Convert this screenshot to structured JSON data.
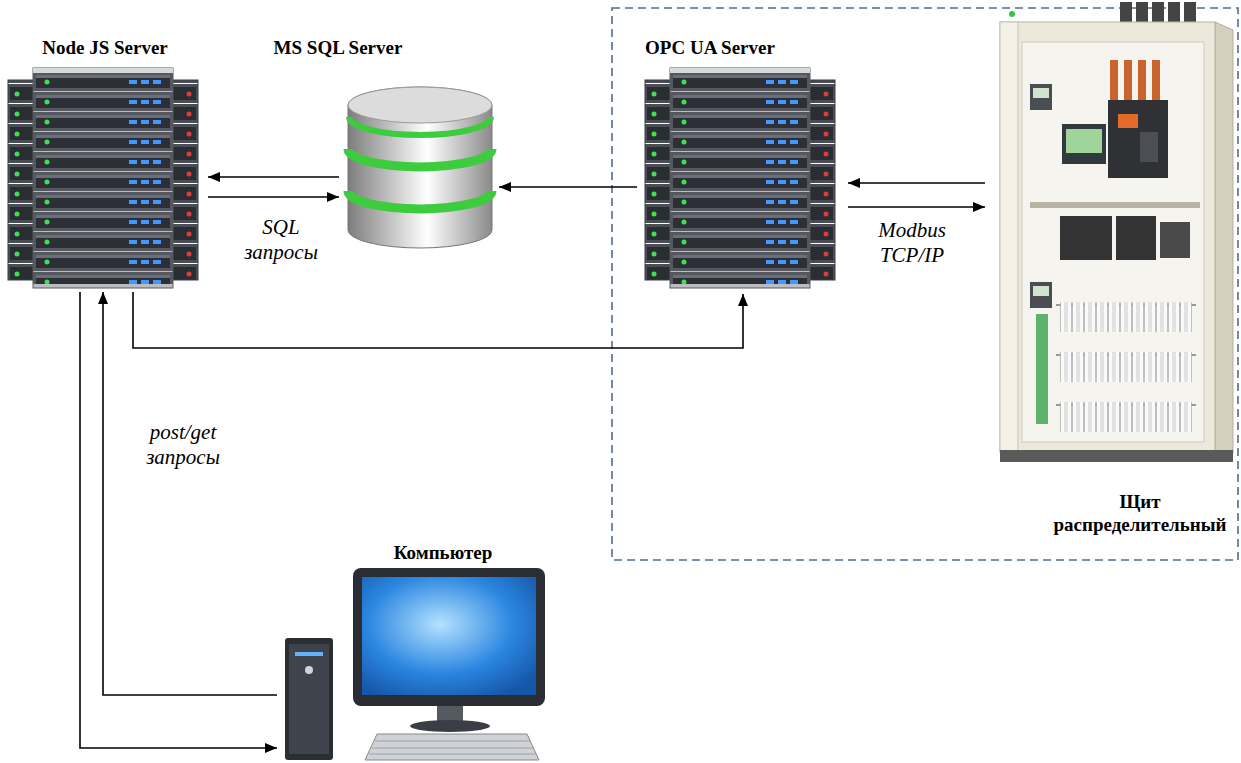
{
  "diagram": {
    "nodes": [
      {
        "text": [
          "Node JS Server"
        ]
      },
      {
        "text": [
          "MS SQL Server"
        ]
      },
      {
        "text": [
          "OPC UA Server"
        ]
      },
      {
        "text": [
          "Щит распределительный"
        ]
      },
      {
        "text": [
          "Компьютер"
        ]
      }
    ],
    "edges": [
      {
        "from": 1,
        "to": 0,
        "arrow": "to"
      },
      {
        "from": 0,
        "to": 1,
        "arrow": "to",
        "label": "SQL запросы"
      },
      {
        "from": 2,
        "to": 1,
        "arrow": "to"
      },
      {
        "from": 3,
        "to": 2,
        "arrow": "to"
      },
      {
        "from": 2,
        "to": 3,
        "arrow": "to",
        "label": "Modbus TCP/IP"
      },
      {
        "from": 0,
        "to": 2,
        "arrow": "to"
      },
      {
        "from": 4,
        "to": 0,
        "arrow": "to",
        "label": "post/get запросы"
      },
      {
        "from": 0,
        "to": 4,
        "arrow": "to"
      }
    ]
  }
}
